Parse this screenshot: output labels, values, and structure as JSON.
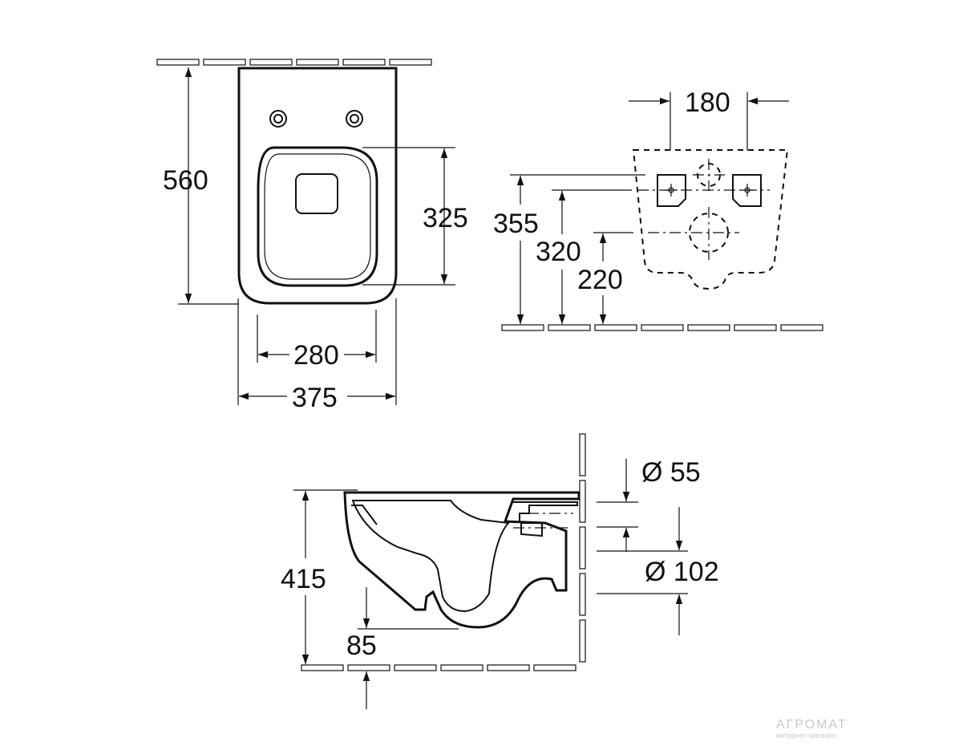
{
  "top_view": {
    "length": "560",
    "seat_length": "325",
    "seat_width": "280",
    "width": "375"
  },
  "rear_view": {
    "bolt_spacing": "180",
    "height_355": "355",
    "height_320": "320",
    "height_220": "220"
  },
  "side_view": {
    "height": "415",
    "trap_height": "85",
    "pipe_inlet": "Ø 55",
    "pipe_outlet": "Ø 102"
  },
  "watermark": {
    "brand": "АГРОМАТ",
    "tagline": "интернет-магазин"
  },
  "colors": {
    "line": "#111111",
    "watermark": "#c8c8c8"
  }
}
